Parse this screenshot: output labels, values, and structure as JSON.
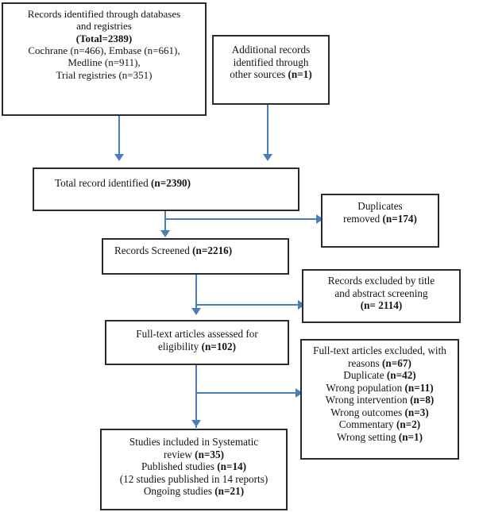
{
  "diagram": {
    "type": "prisma-flow-diagram",
    "accent_color": "#4a7ebb",
    "box_border_color": "#2b2b2b",
    "background": "#ffffff",
    "boxes": {
      "identification_databases": {
        "lines": [
          "Records identified through databases",
          "and registries",
          "(Total=2389)",
          "Cochrane (n=466), Embase (n=661),",
          "Medline (n=911),",
          "Trial registries (n=351)"
        ],
        "bold_lines": [
          "(Total=2389)"
        ]
      },
      "identification_other_sources": {
        "lines": [
          "Additional records",
          "identified through",
          "other sources (n=1)"
        ]
      },
      "total_records": {
        "lines": [
          "Total record identified  (n=2390)"
        ]
      },
      "duplicates_removed": {
        "lines": [
          "Duplicates",
          "removed (n=174)"
        ]
      },
      "records_screened": {
        "lines": [
          "Records Screened (n=2216)"
        ]
      },
      "records_excluded": {
        "lines": [
          "Records excluded by title",
          "and abstract screening",
          "(n= 2114)"
        ]
      },
      "fulltext_assessed": {
        "lines": [
          "Full-text articles assessed for",
          "eligibility (n=102)"
        ]
      },
      "fulltext_excluded": {
        "lines": [
          "Full-text articles excluded, with",
          "reasons (n=67)",
          "Duplicate (n=42)",
          "Wrong population (n=11)",
          "Wrong intervention (n=8)",
          "Wrong outcomes (n=3)",
          "Commentary (n=2)",
          "Wrong setting (n=1)"
        ]
      },
      "studies_included": {
        "lines": [
          "Studies included in Systematic",
          "review (n=35)",
          "Published studies (n=14)",
          "(12 studies published in 14 reports)",
          "Ongoing studies (n=21)"
        ]
      }
    }
  },
  "text": {
    "ident_db_l1": "Records identified through databases",
    "ident_db_l2": "and registries",
    "ident_db_l3": "(Total=2389)",
    "ident_db_l4": "Cochrane (n=466), Embase (n=661),",
    "ident_db_l5": "Medline (n=911),",
    "ident_db_l6": "Trial registries (n=351)",
    "ident_other_l1": "Additional records",
    "ident_other_l2": "identified through",
    "ident_other_l3a": "other sources ",
    "ident_other_l3b": "(n=1)",
    "total_l1a": "Total record identified  ",
    "total_l1b": "(n=2390)",
    "dup_l1": "Duplicates",
    "dup_l2a": "removed ",
    "dup_l2b": "(n=174)",
    "screened_l1a": "Records Screened ",
    "screened_l1b": "(n=2216)",
    "excl_l1": "Records excluded by title",
    "excl_l2": "and abstract screening",
    "excl_l3": "(n= 2114)",
    "ft_l1": "Full-text articles assessed for",
    "ft_l2a": "eligibility ",
    "ft_l2b": "(n=102)",
    "ftx_l1": "Full-text articles excluded, with",
    "ftx_l2a": "reasons ",
    "ftx_l2b": "(n=67)",
    "ftx_l3a": "Duplicate ",
    "ftx_l3b": "(n=42)",
    "ftx_l4a": "Wrong population ",
    "ftx_l4b": "(n=11)",
    "ftx_l5a": "Wrong intervention ",
    "ftx_l5b": "(n=8)",
    "ftx_l6a": "Wrong outcomes ",
    "ftx_l6b": "(n=3)",
    "ftx_l7a": "Commentary ",
    "ftx_l7b": "(n=2)",
    "ftx_l8a": "Wrong setting ",
    "ftx_l8b": "(n=1)",
    "inc_l1": "Studies included in Systematic",
    "inc_l2a": "review ",
    "inc_l2b": "(n=35)",
    "inc_l3a": "Published studies ",
    "inc_l3b": "(n=14)",
    "inc_l4": "(12 studies published in 14 reports)",
    "inc_l5a": "Ongoing studies ",
    "inc_l5b": "(n=21)"
  }
}
